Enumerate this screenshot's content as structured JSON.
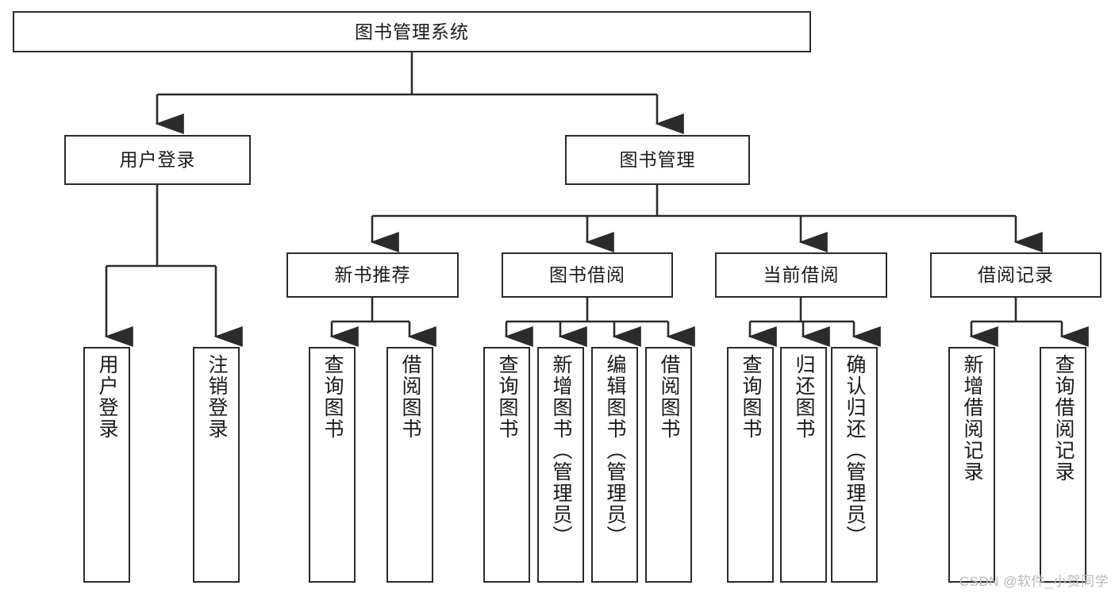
{
  "diagram": {
    "type": "tree-hierarchy",
    "title": "图书管理系统",
    "watermark": "CSDN @软件_小贺同学",
    "colors": {
      "stroke": "#2b2b2b",
      "box_fill": "#ffffff",
      "text": "#1a1a1a",
      "watermark": "#b9b9b9",
      "background": "#ffffff"
    },
    "nodes": {
      "root": {
        "label": "图书管理系统",
        "level": 1,
        "orientation": "horizontal"
      },
      "l2": [
        {
          "id": "user-login",
          "label": "用户登录",
          "level": 2,
          "orientation": "horizontal"
        },
        {
          "id": "book-manage",
          "label": "图书管理",
          "level": 2,
          "orientation": "horizontal"
        }
      ],
      "l3": [
        {
          "id": "new-book-recommend",
          "label": "新书推荐",
          "level": 3,
          "orientation": "horizontal"
        },
        {
          "id": "book-borrow",
          "label": "图书借阅",
          "level": 3,
          "orientation": "horizontal"
        },
        {
          "id": "current-borrow",
          "label": "当前借阅",
          "level": 3,
          "orientation": "horizontal"
        },
        {
          "id": "borrow-record",
          "label": "借阅记录",
          "level": 3,
          "orientation": "horizontal"
        }
      ],
      "leaves": {
        "user_login": [
          {
            "id": "leaf-user-login",
            "label": "用户登录"
          },
          {
            "id": "leaf-logout-login",
            "label": "注销登录"
          }
        ],
        "new_book_recommend": [
          {
            "id": "leaf-query-book-1",
            "label": "查询图书"
          },
          {
            "id": "leaf-borrow-book-1",
            "label": "借阅图书"
          }
        ],
        "book_borrow": [
          {
            "id": "leaf-query-book-2",
            "label": "查询图书"
          },
          {
            "id": "leaf-add-book",
            "label": "新增图书（管理员）"
          },
          {
            "id": "leaf-edit-book",
            "label": "编辑图书（管理员）"
          },
          {
            "id": "leaf-borrow-book-2",
            "label": "借阅图书"
          }
        ],
        "current_borrow": [
          {
            "id": "leaf-query-book-3",
            "label": "查询图书"
          },
          {
            "id": "leaf-return-book",
            "label": "归还图书"
          },
          {
            "id": "leaf-confirm-return",
            "label": "确认归还（管理员）"
          }
        ],
        "borrow_record": [
          {
            "id": "leaf-add-record",
            "label": "新增借阅记录"
          },
          {
            "id": "leaf-query-record",
            "label": "查询借阅记录"
          }
        ]
      }
    }
  }
}
